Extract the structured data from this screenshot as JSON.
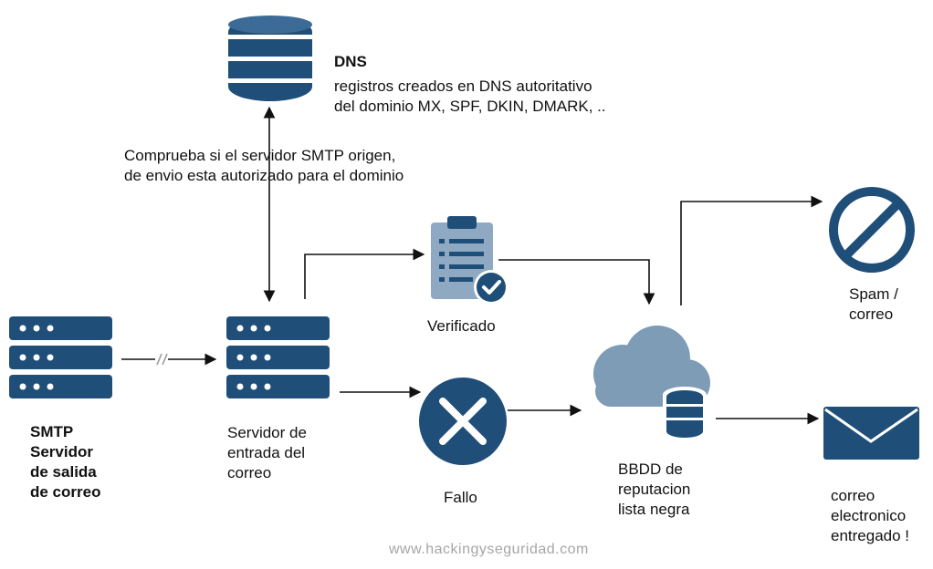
{
  "dns": {
    "title": "DNS",
    "description": "registros creados en DNS autoritativo\ndel dominio MX,  SPF, DKIN, DMARK, .."
  },
  "check_note": "Comprueba si el servidor SMTP origen,\nde envio esta autorizado para el dominio",
  "nodes": {
    "smtp_outgoing": "SMTP\nServidor\nde salida\nde correo",
    "incoming_server": "Servidor de\nentrada del\ncorreo",
    "verified": "Verificado",
    "failure": "Fallo",
    "reputation_db": "BBDD de\nreputacion\nlista negra",
    "spam": "Spam /\ncorreo",
    "delivered": "correo\nelectronico\nentregado !"
  },
  "watermark": "www.hackingyseguridad.com",
  "colors": {
    "primary": "#1f4e79",
    "light_blue": "#8fa9c2",
    "cloud": "#7e9cb6",
    "arrow": "#111111",
    "watermark": "#a6a6a6"
  }
}
